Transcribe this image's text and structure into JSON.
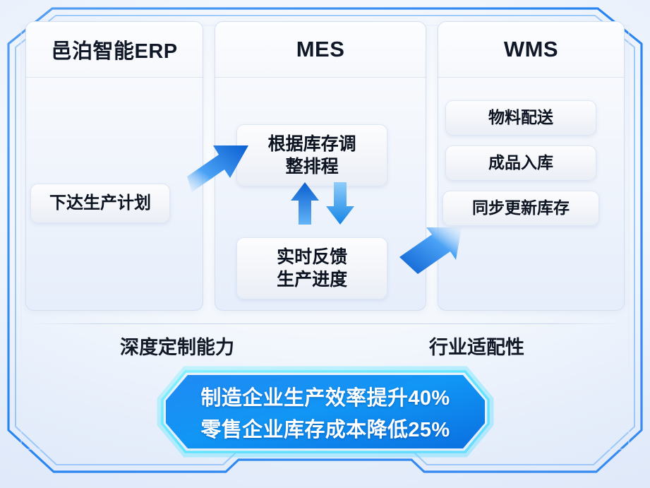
{
  "diagram": {
    "panels": [
      {
        "id": "erp",
        "title": "邑泊智能ERP",
        "chips": [
          "下达生产计划"
        ]
      },
      {
        "id": "mes",
        "title": "MES",
        "chips": [
          "根据库存调\n整排程",
          "实时反馈\n生产进度"
        ]
      },
      {
        "id": "wms",
        "title": "WMS",
        "chips": [
          "物料配送",
          "成品入库",
          "同步更新库存"
        ]
      }
    ],
    "captions": {
      "left": "深度定制能力",
      "right": "行业适配性"
    },
    "banner": {
      "line1": "制造企业生产效率提升40%",
      "line2": "零售企业库存成本降低25%"
    },
    "arrows": [
      {
        "name": "erp-to-mes-arrow",
        "direction": "up-right"
      },
      {
        "name": "mes-upward-arrow",
        "direction": "up"
      },
      {
        "name": "mes-downward-arrow",
        "direction": "down"
      },
      {
        "name": "wms-to-mes-arrow",
        "direction": "down-left"
      }
    ],
    "colors": {
      "accent_blue": "#1f7ff0",
      "deep_blue": "#0a5fd0",
      "banner_fill": "#1196f5",
      "banner_glow": "#5fe4ff",
      "frame_line": "#2a7fe8",
      "text_dark": "#101828"
    }
  }
}
